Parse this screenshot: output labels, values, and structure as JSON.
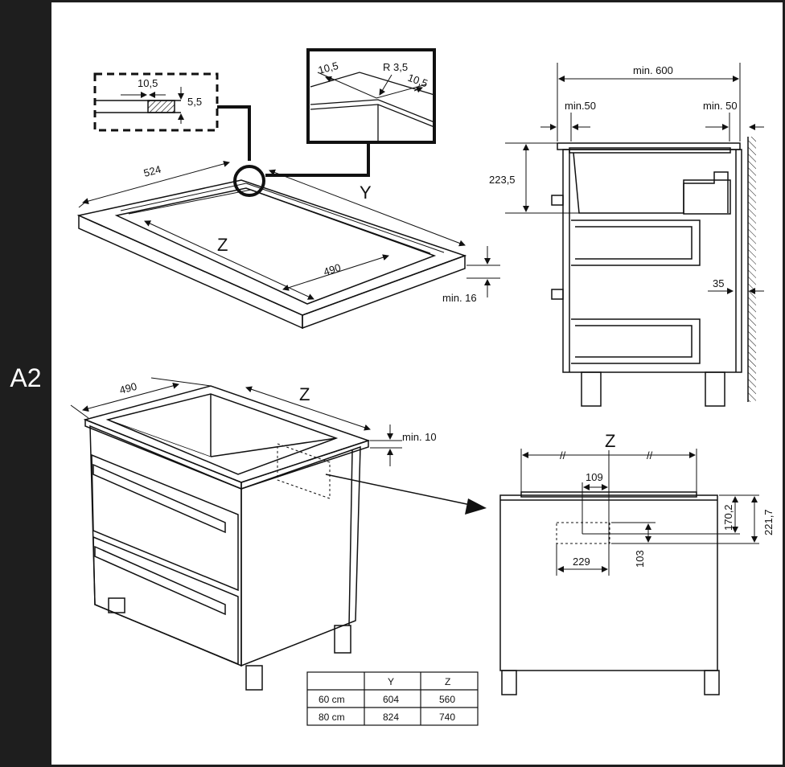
{
  "section_label": "A2",
  "inset_groove": {
    "width": "10,5",
    "depth": "5,5"
  },
  "inset_corner": {
    "left": "10,5",
    "radius": "R 3,5",
    "right": "10,5"
  },
  "cutout": {
    "depth": "524",
    "width": "490",
    "length_z": "Z",
    "length_y": "Y",
    "min_thickness": "min. 16"
  },
  "cabinet": {
    "depth": "490",
    "length_z": "Z",
    "min_top": "min. 10"
  },
  "side_view": {
    "min_total": "min. 600",
    "min_left": "min.50",
    "min_right": "min. 50",
    "height": "223,5",
    "wall_gap": "35"
  },
  "back_panel": {
    "length_z": "Z",
    "tick": "//",
    "offset_x": "109",
    "height_a": "170,2",
    "height_b": "221,7",
    "width": "229",
    "height": "103"
  },
  "size_table": {
    "headers": [
      "",
      "Y",
      "Z"
    ],
    "rows": [
      [
        "60 cm",
        "604",
        "560"
      ],
      [
        "80 cm",
        "824",
        "740"
      ]
    ]
  }
}
